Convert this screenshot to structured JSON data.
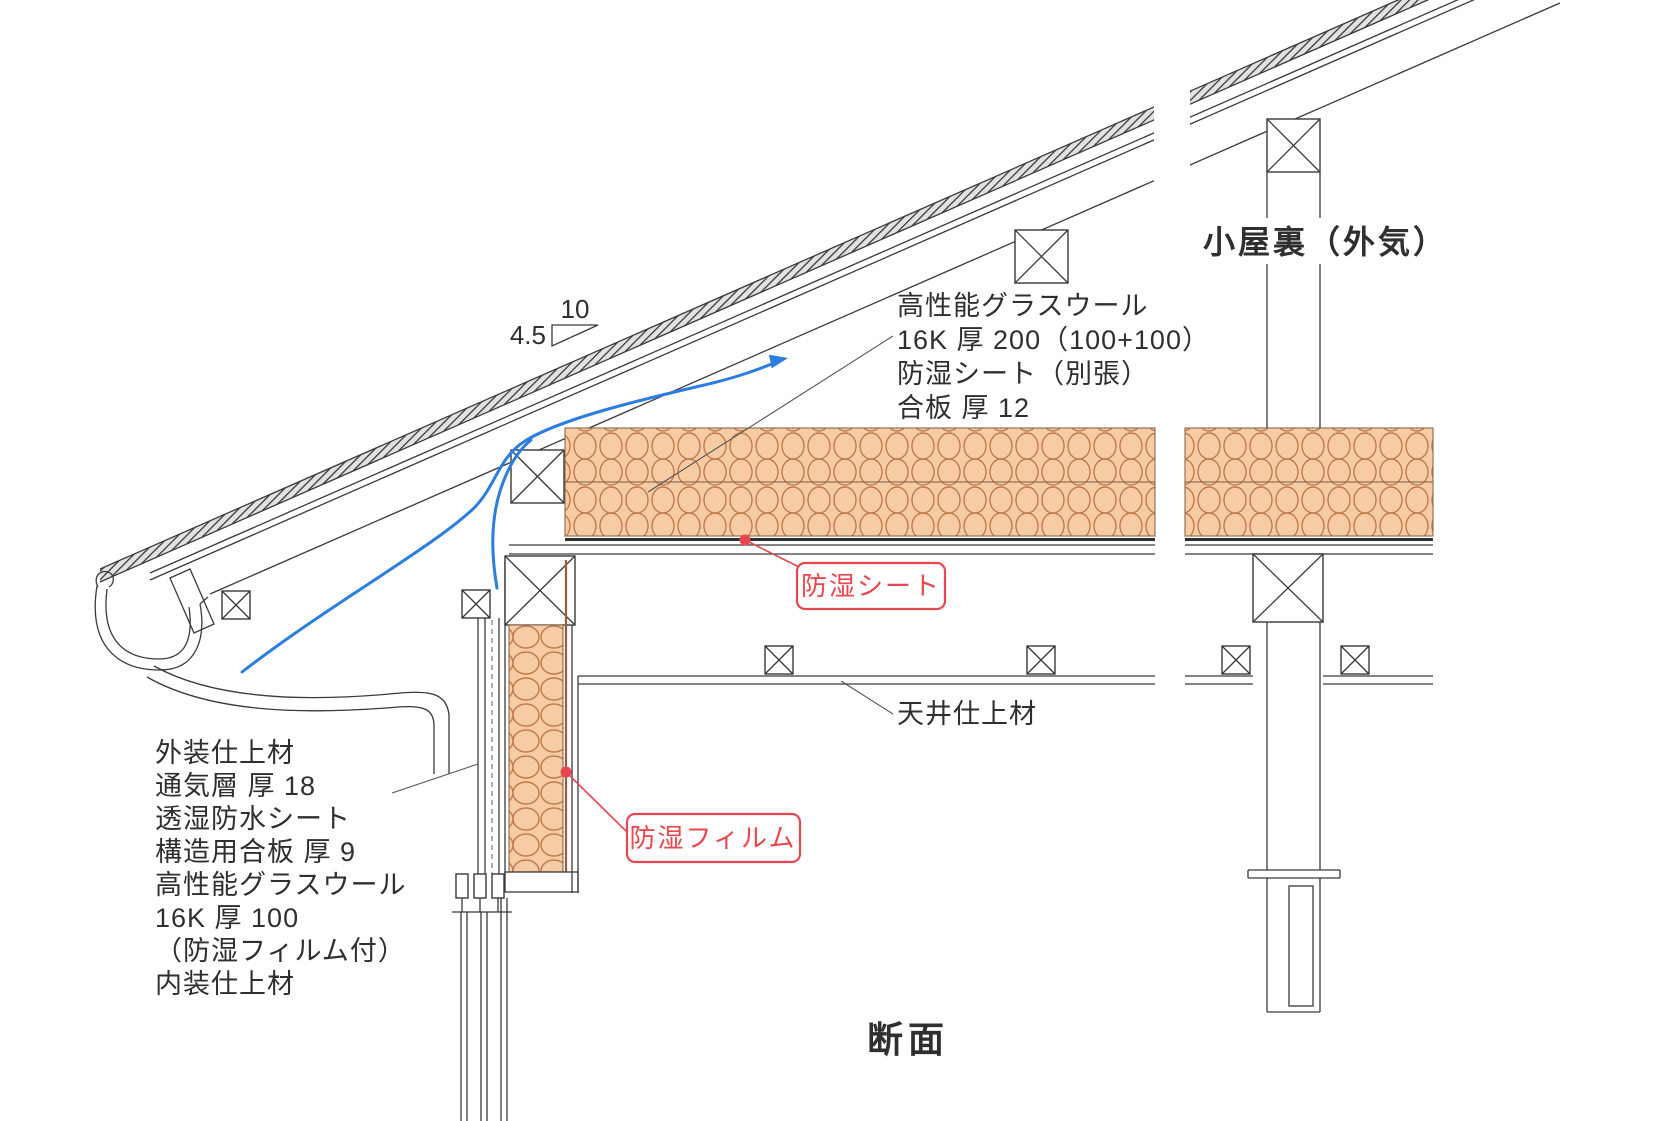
{
  "drawing": {
    "title": "断面",
    "attic_label": "小屋裏（外気）",
    "slope": {
      "rise": "4.5",
      "run": "10"
    },
    "roof_spec": [
      "高性能グラスウール",
      "16K 厚 200（100+100）",
      "防湿シート（別張）",
      "合板 厚 12"
    ],
    "ceiling_label": "天井仕上材",
    "callouts": {
      "vapor_sheet": "防湿シート",
      "vapor_film": "防湿フィルム"
    },
    "wall_layers": [
      "外装仕上材",
      "通気層 厚 18",
      "透湿防水シート",
      "構造用合板 厚 9",
      "高性能グラスウール",
      "16K 厚 100",
      "（防湿フィルム付）",
      "内装仕上材"
    ],
    "colors": {
      "line": "#3a3a3a",
      "insulation_fill": "#f7cba3",
      "insulation_loop": "#c07b4e",
      "airflow_blue": "#2b7de1",
      "callout_red": "#e8474f"
    }
  }
}
